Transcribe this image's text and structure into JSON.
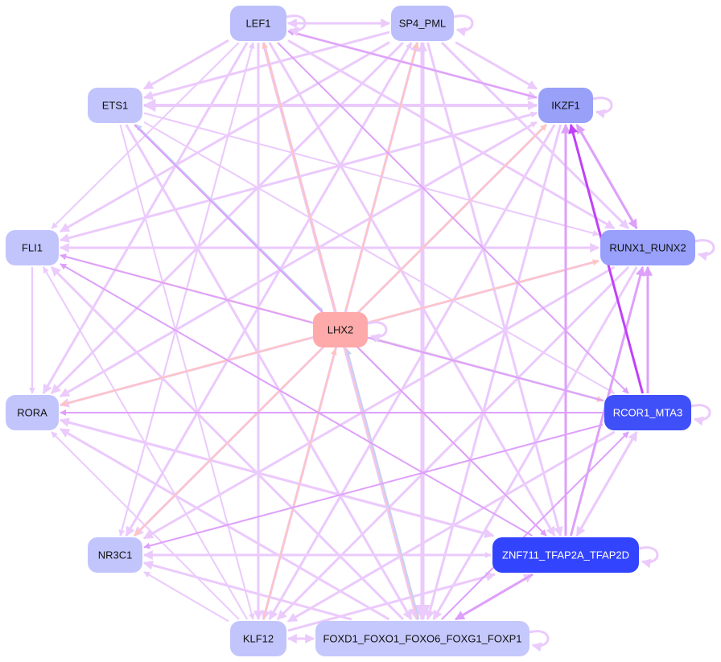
{
  "nodes": [
    {
      "id": "LEF1",
      "label": "LEF1",
      "fill": "#bcbffc",
      "text": "#111111"
    },
    {
      "id": "SP4_PML",
      "label": "SP4_PML",
      "fill": "#bcbffc",
      "text": "#111111"
    },
    {
      "id": "IKZF1",
      "label": "IKZF1",
      "fill": "#98a0f8",
      "text": "#111111"
    },
    {
      "id": "ETS1",
      "label": "ETS1",
      "fill": "#c2c5fc",
      "text": "#111111"
    },
    {
      "id": "FLI1",
      "label": "FLI1",
      "fill": "#c2c5fc",
      "text": "#111111"
    },
    {
      "id": "RUNX1_RUNX2",
      "label": "RUNX1_RUNX2",
      "fill": "#98a0fc",
      "text": "#111111"
    },
    {
      "id": "LHX2",
      "label": "LHX2",
      "fill": "#ffaaaa",
      "text": "#111111"
    },
    {
      "id": "RORA",
      "label": "RORA",
      "fill": "#c2c5fc",
      "text": "#111111"
    },
    {
      "id": "RCOR1_MTA3",
      "label": "RCOR1_MTA3",
      "fill": "#4050f8",
      "text": "#ffffff"
    },
    {
      "id": "NR3C1",
      "label": "NR3C1",
      "fill": "#c2c5fc",
      "text": "#111111"
    },
    {
      "id": "ZNF711",
      "label": "ZNF711_TFAP2A_TFAP2D",
      "fill": "#3344ff",
      "text": "#ffffff"
    },
    {
      "id": "KLF12",
      "label": "KLF12",
      "fill": "#c2c5fc",
      "text": "#111111"
    },
    {
      "id": "FOXD1",
      "label": "FOXD1_FOXO1_FOXO6_FOXG1_FOXP1",
      "fill": "#c5c8fc",
      "text": "#111111"
    }
  ],
  "colors": {
    "light": "#ebcafc",
    "mid": "#dea0fa",
    "strong": "#c040f8",
    "salmon": "#ffc4c0",
    "blue": "#c4d0f8"
  },
  "self_loops": [
    "LEF1",
    "SP4_PML",
    "IKZF1",
    "RUNX1_RUNX2",
    "LHX2",
    "RCOR1_MTA3",
    "ZNF711",
    "FOXD1"
  ],
  "edges": [
    [
      "LEF1",
      "SP4_PML",
      "light",
      3
    ],
    [
      "SP4_PML",
      "LEF1",
      "light",
      3
    ],
    [
      "LEF1",
      "IKZF1",
      "light",
      3
    ],
    [
      "LEF1",
      "ETS1",
      "light",
      3
    ],
    [
      "LEF1",
      "FLI1",
      "light",
      2
    ],
    [
      "LEF1",
      "RUNX1_RUNX2",
      "light",
      3
    ],
    [
      "LEF1",
      "RORA",
      "light",
      3
    ],
    [
      "LEF1",
      "KLF12",
      "light",
      3
    ],
    [
      "LEF1",
      "FOXD1",
      "light",
      4
    ],
    [
      "LEF1",
      "ZNF711",
      "light",
      3
    ],
    [
      "LEF1",
      "NR3C1",
      "light",
      2
    ],
    [
      "LEF1",
      "RCOR1_MTA3",
      "mid",
      2
    ],
    [
      "LHX2",
      "LEF1",
      "salmon",
      2
    ],
    [
      "SP4_PML",
      "IKZF1",
      "light",
      3
    ],
    [
      "SP4_PML",
      "ETS1",
      "light",
      3
    ],
    [
      "SP4_PML",
      "FLI1",
      "light",
      3
    ],
    [
      "SP4_PML",
      "RORA",
      "light",
      3
    ],
    [
      "SP4_PML",
      "NR3C1",
      "light",
      3
    ],
    [
      "SP4_PML",
      "KLF12",
      "light",
      3
    ],
    [
      "SP4_PML",
      "FOXD1",
      "light",
      5
    ],
    [
      "SP4_PML",
      "RUNX1_RUNX2",
      "light",
      3
    ],
    [
      "SP4_PML",
      "ZNF711",
      "light",
      3
    ],
    [
      "LHX2",
      "SP4_PML",
      "salmon",
      2
    ],
    [
      "IKZF1",
      "ETS1",
      "light",
      4
    ],
    [
      "IKZF1",
      "FLI1",
      "light",
      3
    ],
    [
      "IKZF1",
      "RORA",
      "light",
      3
    ],
    [
      "IKZF1",
      "RUNX1_RUNX2",
      "mid",
      3
    ],
    [
      "RUNX1_RUNX2",
      "IKZF1",
      "mid",
      3
    ],
    [
      "IKZF1",
      "NR3C1",
      "light",
      3
    ],
    [
      "IKZF1",
      "KLF12",
      "light",
      3
    ],
    [
      "IKZF1",
      "FOXD1",
      "light",
      3
    ],
    [
      "IKZF1",
      "LEF1",
      "mid",
      2
    ],
    [
      "LHX2",
      "IKZF1",
      "salmon",
      2
    ],
    [
      "RCOR1_MTA3",
      "IKZF1",
      "strong",
      3
    ],
    [
      "ZNF711",
      "IKZF1",
      "mid",
      3
    ],
    [
      "ETS1",
      "RUNX1_RUNX2",
      "light",
      2
    ],
    [
      "ETS1",
      "RCOR1_MTA3",
      "light",
      2
    ],
    [
      "ETS1",
      "ZNF711",
      "mid",
      2
    ],
    [
      "ETS1",
      "FOXD1",
      "light",
      3
    ],
    [
      "ETS1",
      "KLF12",
      "light",
      2
    ],
    [
      "LHX2",
      "ETS1",
      "blue",
      2
    ],
    [
      "LHX2",
      "ETS1",
      "salmon",
      1
    ],
    [
      "FLI1",
      "RUNX1_RUNX2",
      "light",
      3
    ],
    [
      "RUNX1_RUNX2",
      "FLI1",
      "light",
      3
    ],
    [
      "FLI1",
      "RORA",
      "light",
      2
    ],
    [
      "LHX2",
      "FLI1",
      "salmon",
      2
    ],
    [
      "RCOR1_MTA3",
      "FLI1",
      "mid",
      2
    ],
    [
      "ZNF711",
      "FLI1",
      "mid",
      2
    ],
    [
      "FOXD1",
      "FLI1",
      "light",
      3
    ],
    [
      "KLF12",
      "FLI1",
      "light",
      2
    ],
    [
      "RUNX1_RUNX2",
      "RORA",
      "light",
      3
    ],
    [
      "RUNX1_RUNX2",
      "NR3C1",
      "light",
      3
    ],
    [
      "RUNX1_RUNX2",
      "KLF12",
      "light",
      3
    ],
    [
      "RUNX1_RUNX2",
      "FOXD1",
      "light",
      3
    ],
    [
      "LHX2",
      "RUNX1_RUNX2",
      "salmon",
      2
    ],
    [
      "RCOR1_MTA3",
      "RUNX1_RUNX2",
      "mid",
      3
    ],
    [
      "ZNF711",
      "RUNX1_RUNX2",
      "mid",
      3
    ],
    [
      "RCOR1_MTA3",
      "RORA",
      "mid",
      2
    ],
    [
      "LHX2",
      "RORA",
      "salmon",
      2
    ],
    [
      "ZNF711",
      "RORA",
      "light",
      3
    ],
    [
      "FOXD1",
      "RORA",
      "light",
      3
    ],
    [
      "KLF12",
      "RORA",
      "light",
      2
    ],
    [
      "RORA",
      "ZNF711",
      "light",
      3
    ],
    [
      "RCOR1_MTA3",
      "NR3C1",
      "mid",
      2
    ],
    [
      "RCOR1_MTA3",
      "KLF12",
      "light",
      3
    ],
    [
      "RCOR1_MTA3",
      "ZNF711",
      "light",
      3
    ],
    [
      "ZNF711",
      "RCOR1_MTA3",
      "light",
      3
    ],
    [
      "RCOR1_MTA3",
      "LHX2",
      "blue",
      2
    ],
    [
      "LHX2",
      "RCOR1_MTA3",
      "salmon",
      2
    ],
    [
      "FOXD1",
      "RCOR1_MTA3",
      "mid",
      2
    ],
    [
      "LHX2",
      "NR3C1",
      "salmon",
      2
    ],
    [
      "ZNF711",
      "NR3C1",
      "light",
      3
    ],
    [
      "NR3C1",
      "ZNF711",
      "light",
      2
    ],
    [
      "FOXD1",
      "NR3C1",
      "light",
      3
    ],
    [
      "KLF12",
      "NR3C1",
      "light",
      2
    ],
    [
      "LHX2",
      "ZNF711",
      "salmon",
      2
    ],
    [
      "ZNF711",
      "FOXD1",
      "mid",
      3
    ],
    [
      "FOXD1",
      "ZNF711",
      "light",
      3
    ],
    [
      "KLF12",
      "ZNF711",
      "light",
      3
    ],
    [
      "KLF12",
      "FOXD1",
      "light",
      3
    ],
    [
      "FOXD1",
      "KLF12",
      "light",
      3
    ],
    [
      "KLF12",
      "LHX2",
      "salmon",
      2
    ],
    [
      "FOXD1",
      "LHX2",
      "blue",
      2
    ],
    [
      "FOXD1",
      "LHX2",
      "salmon",
      1
    ],
    [
      "ETS1",
      "LHX2",
      "blue",
      1
    ],
    [
      "FOXD1",
      "SP4_PML",
      "light",
      3
    ],
    [
      "KLF12",
      "SP4_PML",
      "light",
      3
    ],
    [
      "NR3C1",
      "SP4_PML",
      "light",
      2
    ],
    [
      "NR3C1",
      "LEF1",
      "light",
      2
    ],
    [
      "RORA",
      "IKZF1",
      "light",
      2
    ],
    [
      "FLI1",
      "IKZF1",
      "light",
      2
    ],
    [
      "ETS1",
      "IKZF1",
      "light",
      3
    ]
  ]
}
